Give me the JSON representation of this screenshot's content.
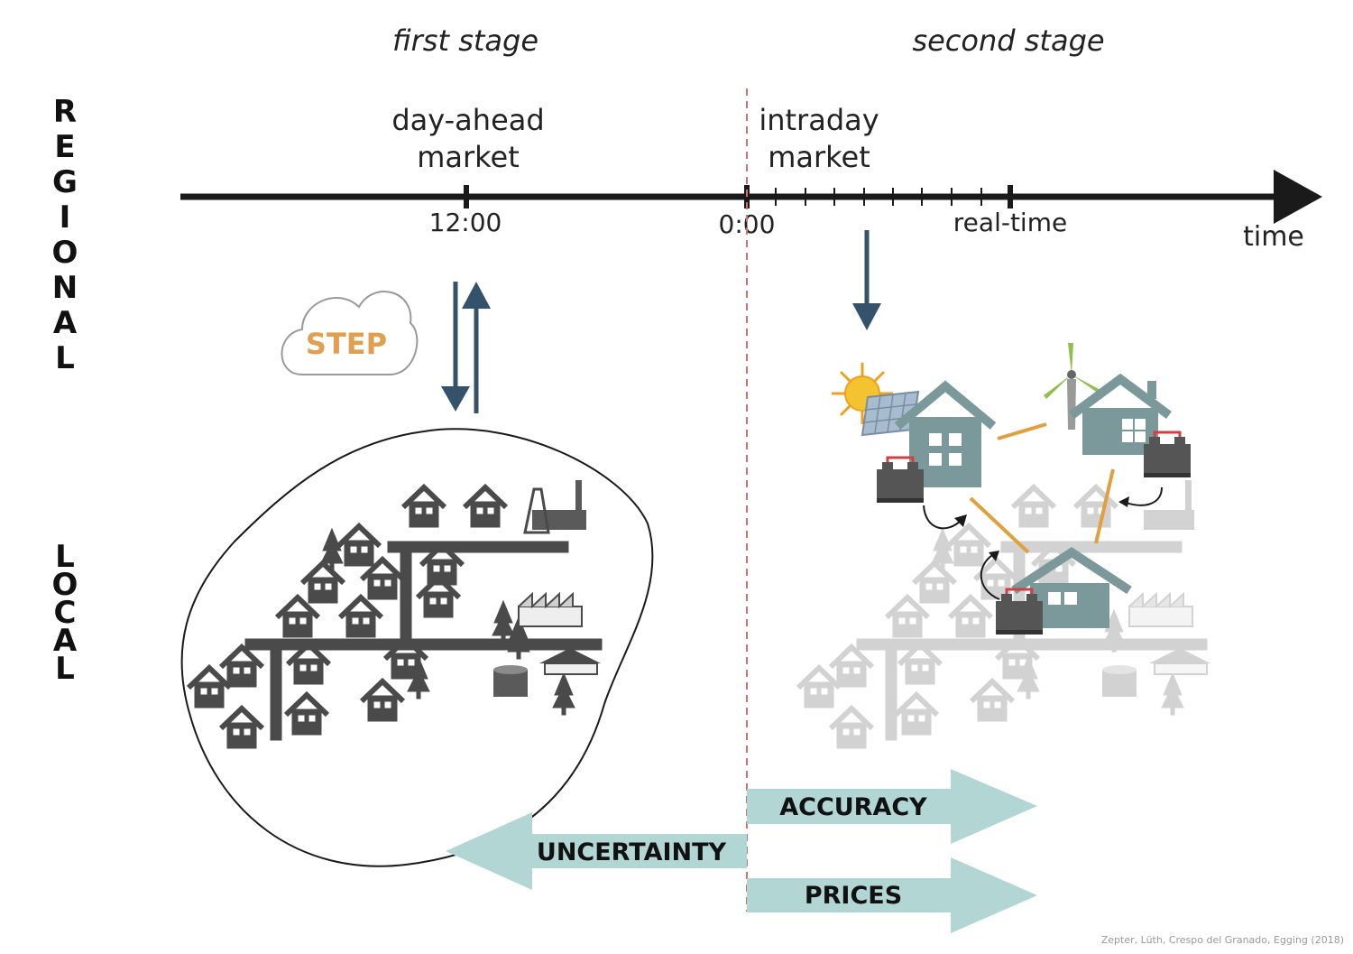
{
  "stages": {
    "first": "first stage",
    "second": "second stage"
  },
  "side_labels": {
    "regional": "REGIONAL",
    "local": "LOCAL"
  },
  "markets": {
    "day_ahead_line1": "day-ahead",
    "day_ahead_line2": "market",
    "intraday_line1": "intraday",
    "intraday_line2": "market"
  },
  "timeline": {
    "tick_noon": "12:00",
    "tick_midnight": "0:00",
    "tick_realtime": "real-time",
    "axis_label": "time"
  },
  "cloud_label": "STEP",
  "bottom_arrows": {
    "accuracy": "ACCURACY",
    "uncertainty": "UNCERTAINTY",
    "prices": "PRICES"
  },
  "credit": "Zepter, Lüth, Crespo del Granado, Egging (2018)",
  "colors": {
    "arrow_blue": "#34536a",
    "teal_arrow": "#b1d6d4",
    "step_orange": "#e0a050",
    "house_dark": "#4a4a4a",
    "house_teal": "#7b999b",
    "house_faded": "#d2d2d2",
    "energy_link": "#e0a040",
    "dashed_line": "#d07070"
  },
  "icons": [
    "cloud-icon",
    "house-icon",
    "factory-icon",
    "tree-icon",
    "sun-icon",
    "solar-panel-icon",
    "wind-turbine-icon",
    "battery-icon"
  ]
}
